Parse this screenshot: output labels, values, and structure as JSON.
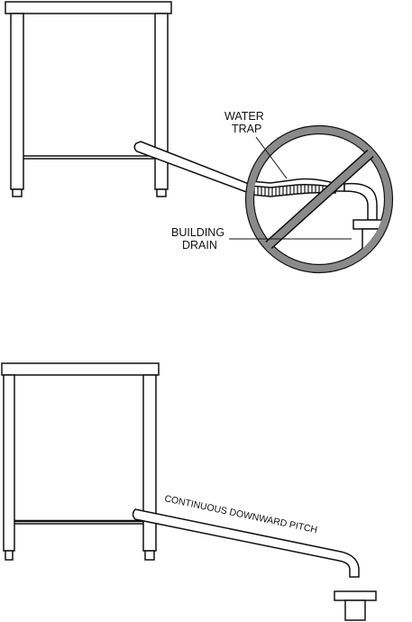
{
  "diagram_top": {
    "trap_label_line1": "WATER",
    "trap_label_line2": "TRAP",
    "drain_label_line1": "BUILDING",
    "drain_label_line2": "DRAIN",
    "prohibited_symbol": "no-symbol",
    "colors": {
      "ink": "#111111",
      "prohibit_fill": "#8a8a8a"
    }
  },
  "diagram_bottom": {
    "pitch_label": "CONTINUOUS DOWNWARD PITCH"
  }
}
